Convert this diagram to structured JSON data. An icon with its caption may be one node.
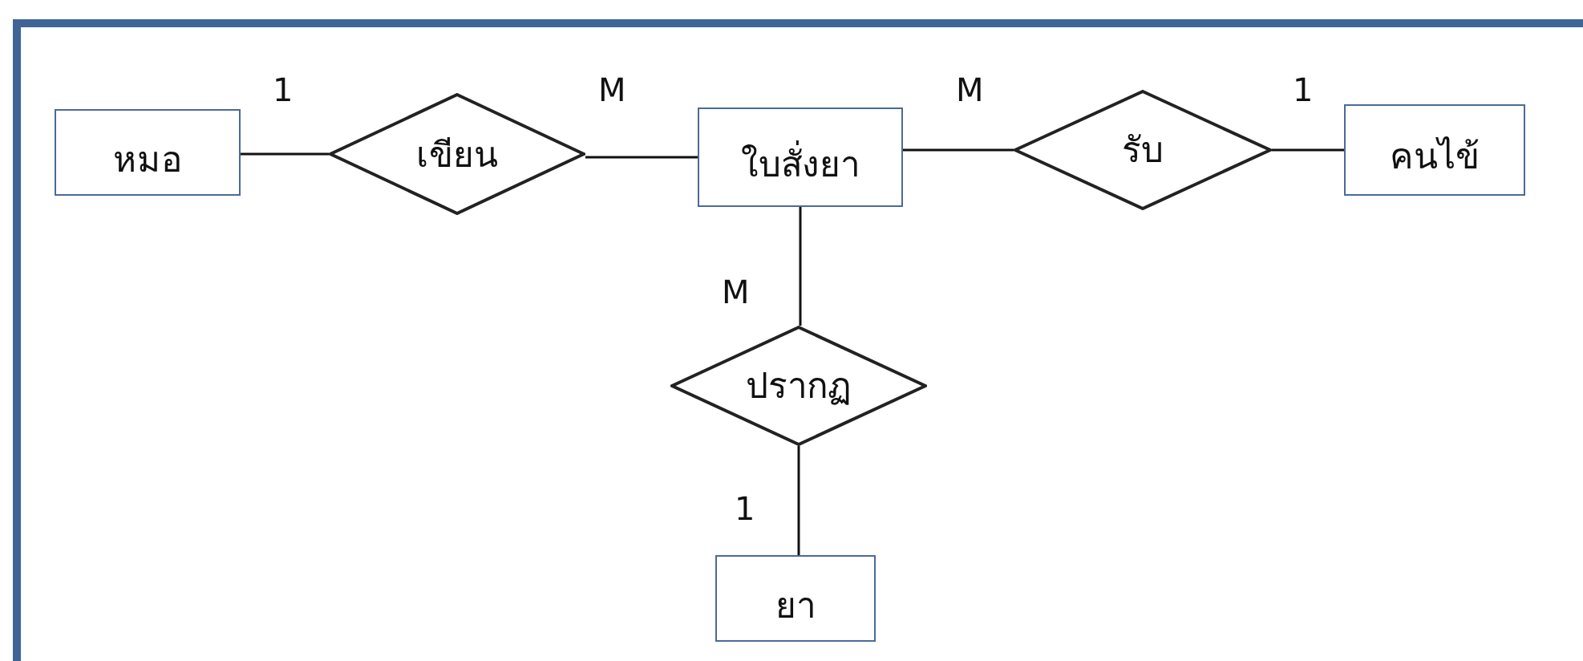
{
  "diagram": {
    "nodes": [
      {
        "text": [
          "หมอ"
        ]
      },
      {
        "text": [
          "เขียน"
        ]
      },
      {
        "text": [
          "ใบสั่งยา"
        ]
      },
      {
        "text": [
          "รับ"
        ]
      },
      {
        "text": [
          "คนไข้"
        ]
      },
      {
        "text": [
          "ปรากฏ"
        ]
      },
      {
        "text": [
          "ยา"
        ]
      }
    ],
    "edges": [
      {
        "from": 0,
        "to": 1,
        "arrow": "none"
      },
      {
        "from": 1,
        "to": 2,
        "arrow": "none"
      },
      {
        "from": 2,
        "to": 3,
        "arrow": "none"
      },
      {
        "from": 3,
        "to": 4,
        "arrow": "none"
      },
      {
        "from": 2,
        "to": 5,
        "arrow": "none"
      },
      {
        "from": 5,
        "to": 6,
        "arrow": "none"
      }
    ],
    "labels": [
      "1",
      "M",
      "M",
      "1",
      "M",
      "1"
    ]
  }
}
